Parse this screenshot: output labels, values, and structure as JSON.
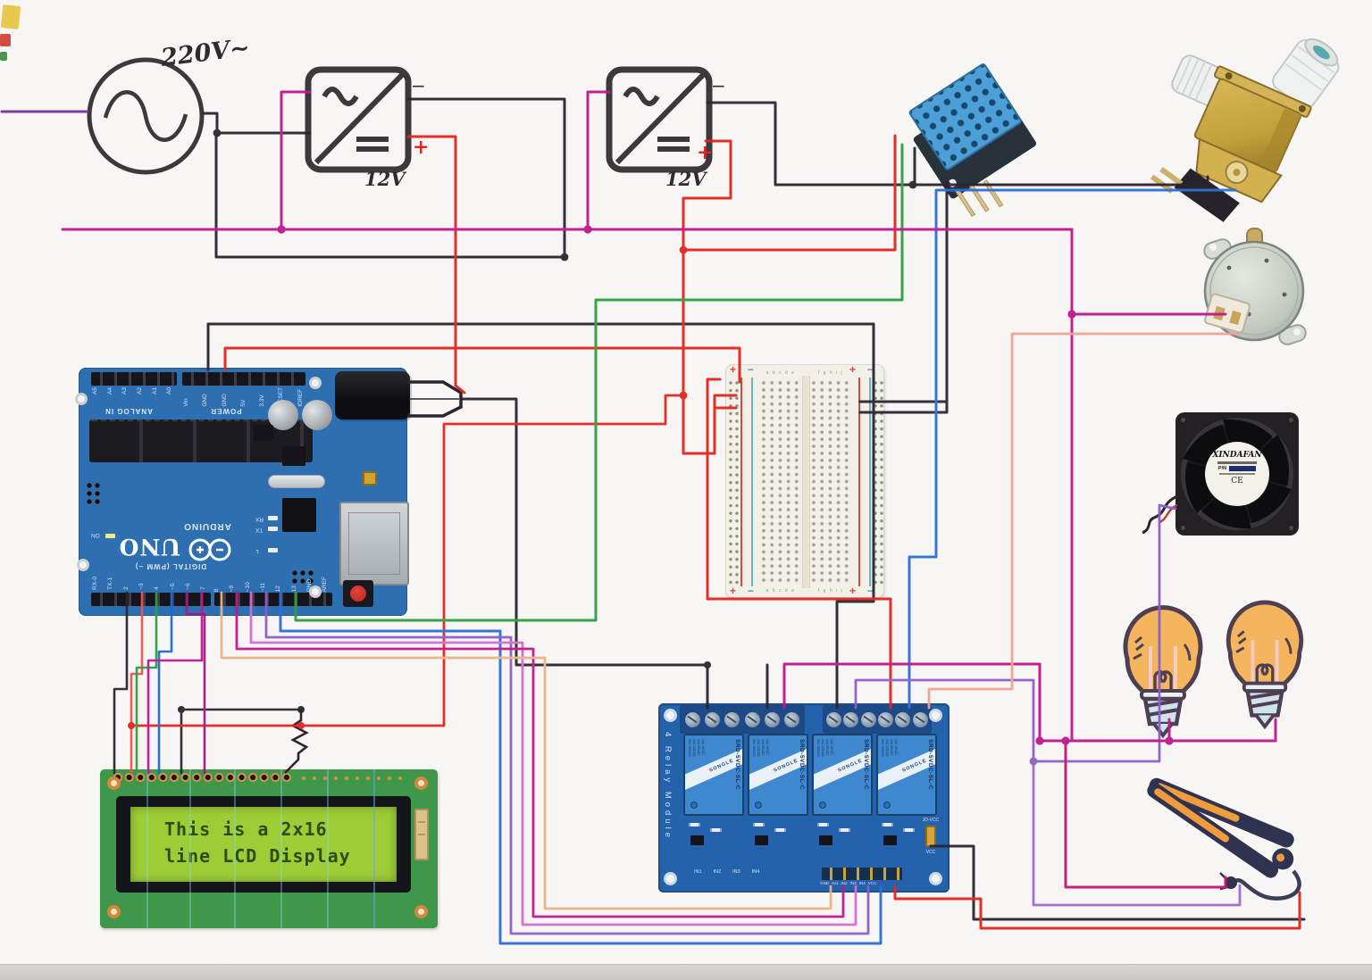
{
  "palette": {
    "wire_black": "#2c2530",
    "wire_red": "#e3251f",
    "wire_green": "#2f9e40",
    "wire_blue": "#2f6fd6",
    "wire_magenta": "#c0178c",
    "wire_violet": "#8b5fc9",
    "wire_orchid": "#d06fd0",
    "wire_peach": "#ecb288",
    "wire_salmon": "#f2a090",
    "wire_purple": "#7b2d9b",
    "arduino_blue": "#2e6fb2",
    "relay_blue": "#2463ac",
    "lcd_green": "#3f9749",
    "lcd_screen": "#9ccd36",
    "breadboard": "#f3f0e7"
  },
  "source": {
    "label": "220V~"
  },
  "converters": {
    "c1": {
      "label": "12V",
      "minus": "−",
      "plus": "+"
    },
    "c2": {
      "label": "12V",
      "minus": "−",
      "plus": "+"
    }
  },
  "arduino": {
    "brand": "ARDUINO",
    "model": "UNO",
    "on_label": "ON",
    "digital_label": "DIGITAL (PWM ~)",
    "analog_label": "ANALOG IN",
    "power_label": "POWER",
    "led_rx": "RX",
    "led_tx": "TX",
    "led_l": "L",
    "analog_pins": [
      "A5",
      "A4",
      "A3",
      "A2",
      "A1",
      "A0"
    ],
    "power_pins": [
      "Vin",
      "GND",
      "GND",
      "5V",
      "3.3V",
      "RESET",
      "IOREF"
    ],
    "digital_pins_left": [
      "RX-0",
      "TX-1",
      "2",
      "~3",
      "4",
      "~5",
      "~6",
      "7"
    ],
    "digital_pins_right": [
      "8",
      "~9",
      "~10",
      "~11",
      "12",
      "13",
      "GND",
      "AREF"
    ]
  },
  "breadboard": {
    "plus": "+",
    "minus": "−",
    "cols_left": "a b c d e",
    "cols_right": "f g h i j"
  },
  "relay": {
    "title": "4 Relay Module",
    "relay_brand": "SONGLE",
    "relay_model": "SRD-5VDC-SL-C",
    "ratings": [
      "10A 250VAC",
      "10A 125VAC",
      "10A 30VDC",
      "10A 28VDC"
    ],
    "in_labels": [
      "IN1",
      "IN2",
      "IN3",
      "IN4"
    ],
    "header_pins": [
      "GND",
      "IN1",
      "IN2",
      "IN3",
      "IN4",
      "VCC"
    ],
    "jumper_label": "JD-VCC",
    "vcc_label": "VCC"
  },
  "lcd": {
    "line1": "This is a 2x16",
    "line2": "line LCD Display"
  },
  "fan": {
    "brand": "XINDAFAN",
    "pn_label": "P/N",
    "ce_label": "CE"
  }
}
